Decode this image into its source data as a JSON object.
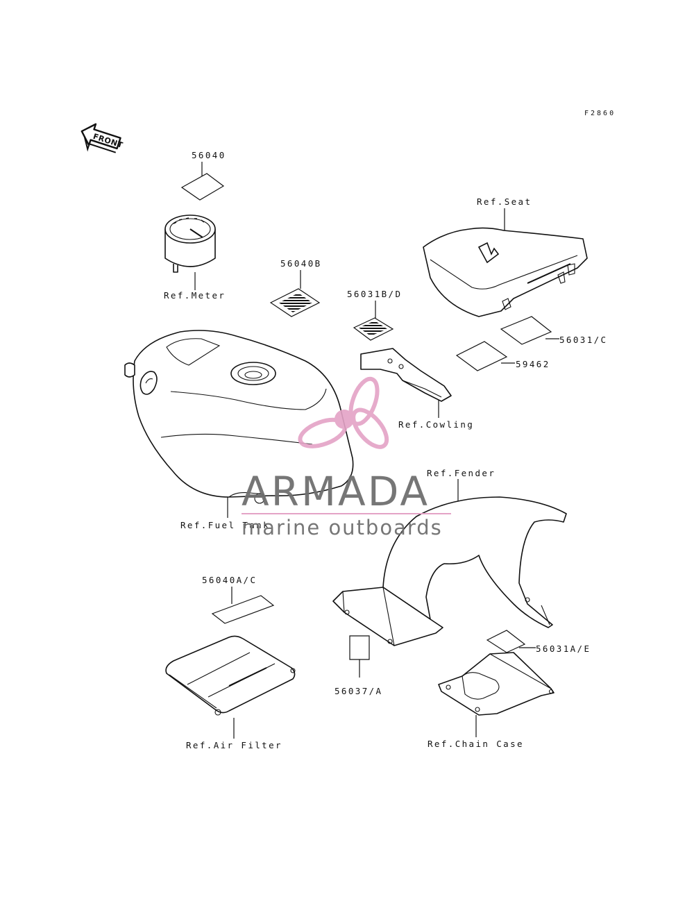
{
  "figure_code": "F2860",
  "front_arrow": "FRONT",
  "labels": {
    "p56040": "56040",
    "ref_meter": "Ref.Meter",
    "p56040b": "56040B",
    "p56031bd": "56031B/D",
    "ref_seat": "Ref.Seat",
    "p56031c": "56031/C",
    "p59462": "59462",
    "ref_cowling": "Ref.Cowling",
    "ref_fuel_tank": "Ref.Fuel Tank",
    "ref_fender": "Ref.Fender",
    "p56040ac": "56040A/C",
    "p56037a": "56037/A",
    "p56031ae": "56031A/E",
    "ref_air_filter": "Ref.Air Filter",
    "ref_chain_case": "Ref.Chain Case"
  },
  "watermark": {
    "title": "ARMADA",
    "subtitle": "marine outboards",
    "accent_color": "#e4a3c6",
    "text_color": "#6f6f6f"
  }
}
